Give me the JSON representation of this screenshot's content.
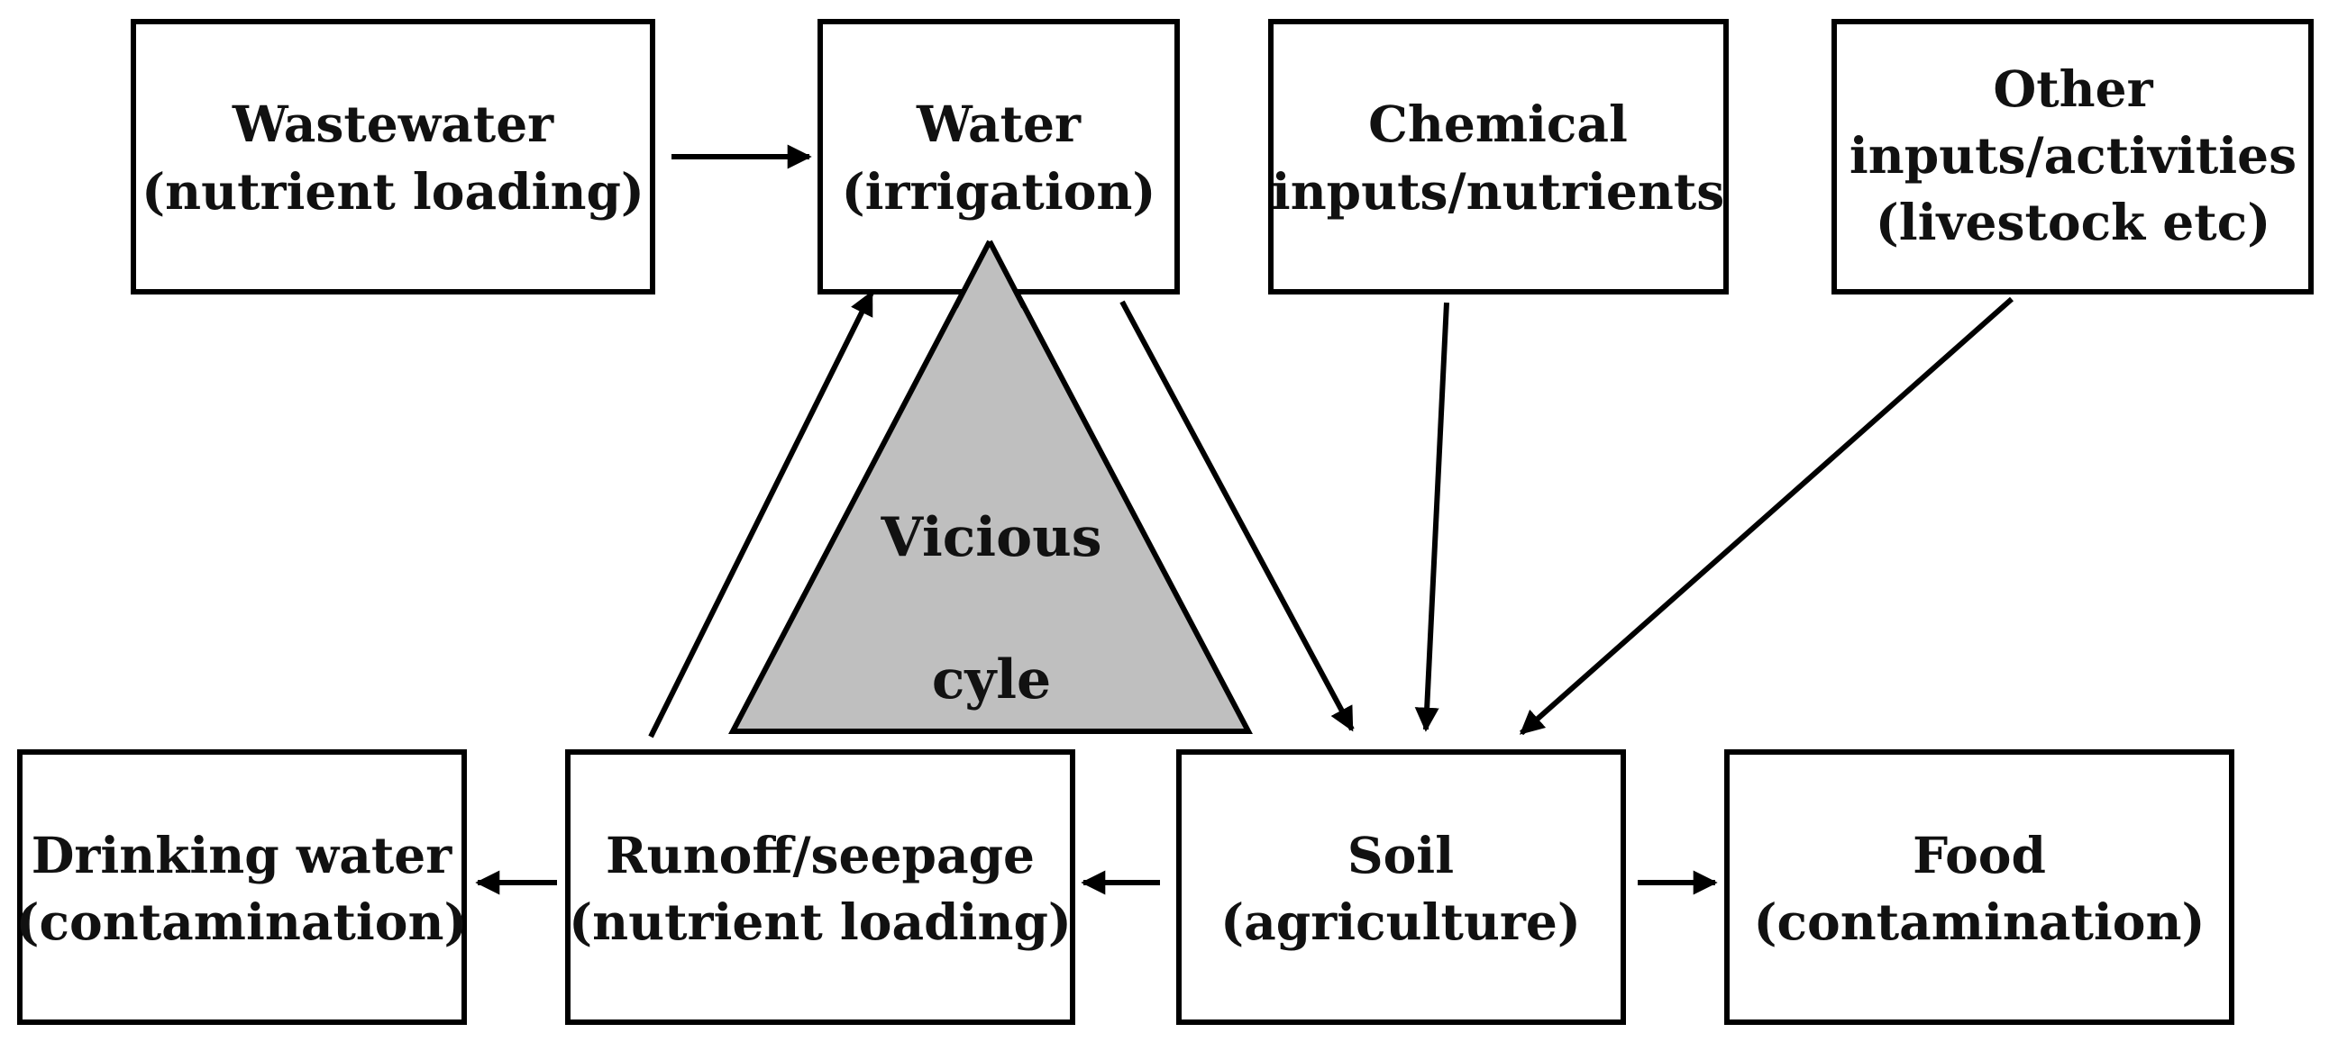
{
  "diagram": {
    "colors": {
      "box_stroke": "#000000",
      "triangle_fill": "#bfbfbf",
      "text": "#111111"
    },
    "nodes": {
      "wastewater": {
        "line1": "Wastewater",
        "line2": "(nutrient loading)"
      },
      "water": {
        "line1": "Water",
        "line2": "(irrigation)"
      },
      "chemical": {
        "line1": "Chemical",
        "line2": "inputs/nutrients"
      },
      "other": {
        "line1": "Other",
        "line2": "inputs/activities",
        "line3": "(livestock etc)"
      },
      "drinking": {
        "line1": "Drinking water",
        "line2": "(contamination)"
      },
      "runoff": {
        "line1": "Runoff/seepage",
        "line2": "(nutrient loading)"
      },
      "soil": {
        "line1": "Soil",
        "line2": "(agriculture)"
      },
      "food": {
        "line1": "Food",
        "line2": "(contamination)"
      }
    },
    "triangle": {
      "line1": "Vicious",
      "line2": "cyle"
    },
    "edges": [
      {
        "from": "wastewater",
        "to": "water"
      },
      {
        "from": "runoff",
        "to": "water"
      },
      {
        "from": "water",
        "to": "soil"
      },
      {
        "from": "chemical",
        "to": "soil"
      },
      {
        "from": "other",
        "to": "soil"
      },
      {
        "from": "soil",
        "to": "runoff"
      },
      {
        "from": "runoff",
        "to": "drinking"
      },
      {
        "from": "soil",
        "to": "food"
      }
    ]
  }
}
